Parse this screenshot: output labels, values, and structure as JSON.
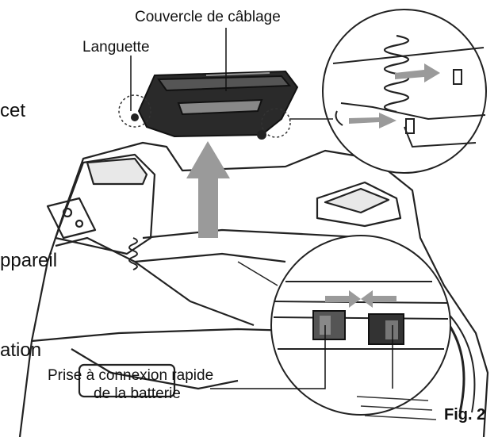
{
  "labels": {
    "cover": "Couvercle de câblage",
    "tab": "Languette",
    "connector_line1": "Prise à connexion rapide",
    "connector_line2": "de la batterie",
    "fig": "Fig. 2"
  },
  "edge_text": {
    "e1": "cet",
    "e2": "ppareil",
    "e3": "ation"
  },
  "colors": {
    "ink": "#111111",
    "arrow_gray": "#9a9a9a",
    "cover_dark": "#2a2a2a"
  }
}
